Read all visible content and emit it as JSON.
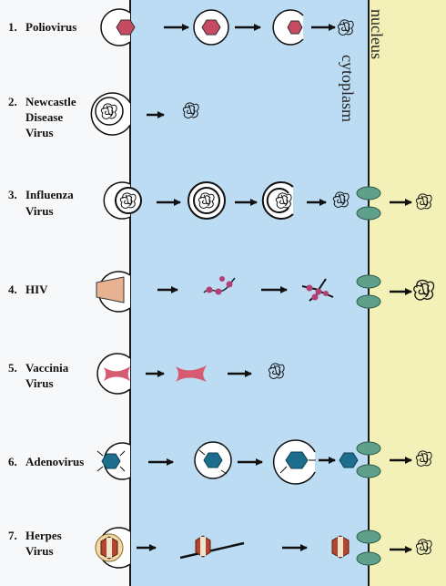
{
  "zones": {
    "cytoplasm": "cytoplasm",
    "nucleus": "nucleus"
  },
  "colors": {
    "extracellular": "#f7f8f9",
    "cytoplasm": "#bcdcf4",
    "nucleus": "#f3f1b8",
    "membrane": "#1a1a1a",
    "nuclear_pore": "#5fa08a",
    "polio_capsid": "#c54a62",
    "adeno_capsid": "#1d6d8c",
    "vaccinia_core": "#d65a70",
    "hiv_capsid": "#e6b292",
    "herpes_capsid": "#b5452e",
    "herpes_envelope": "#f0dcaa"
  },
  "viruses": [
    {
      "id": "polio",
      "number": "1.",
      "name_lines": [
        "Poliovirus"
      ]
    },
    {
      "id": "newcastle",
      "number": "2.",
      "name_lines": [
        "Newcastle",
        "Disease",
        "Virus"
      ]
    },
    {
      "id": "influenza",
      "number": "3.",
      "name_lines": [
        "Influenza",
        "Virus"
      ]
    },
    {
      "id": "hiv",
      "number": "4.",
      "name_lines": [
        "HIV"
      ]
    },
    {
      "id": "vaccinia",
      "number": "5.",
      "name_lines": [
        "Vaccinia",
        "Virus"
      ]
    },
    {
      "id": "adeno",
      "number": "6.",
      "name_lines": [
        "Adenovirus"
      ]
    },
    {
      "id": "herpes",
      "number": "7.",
      "name_lines": [
        "Herpes",
        "Virus"
      ]
    }
  ]
}
